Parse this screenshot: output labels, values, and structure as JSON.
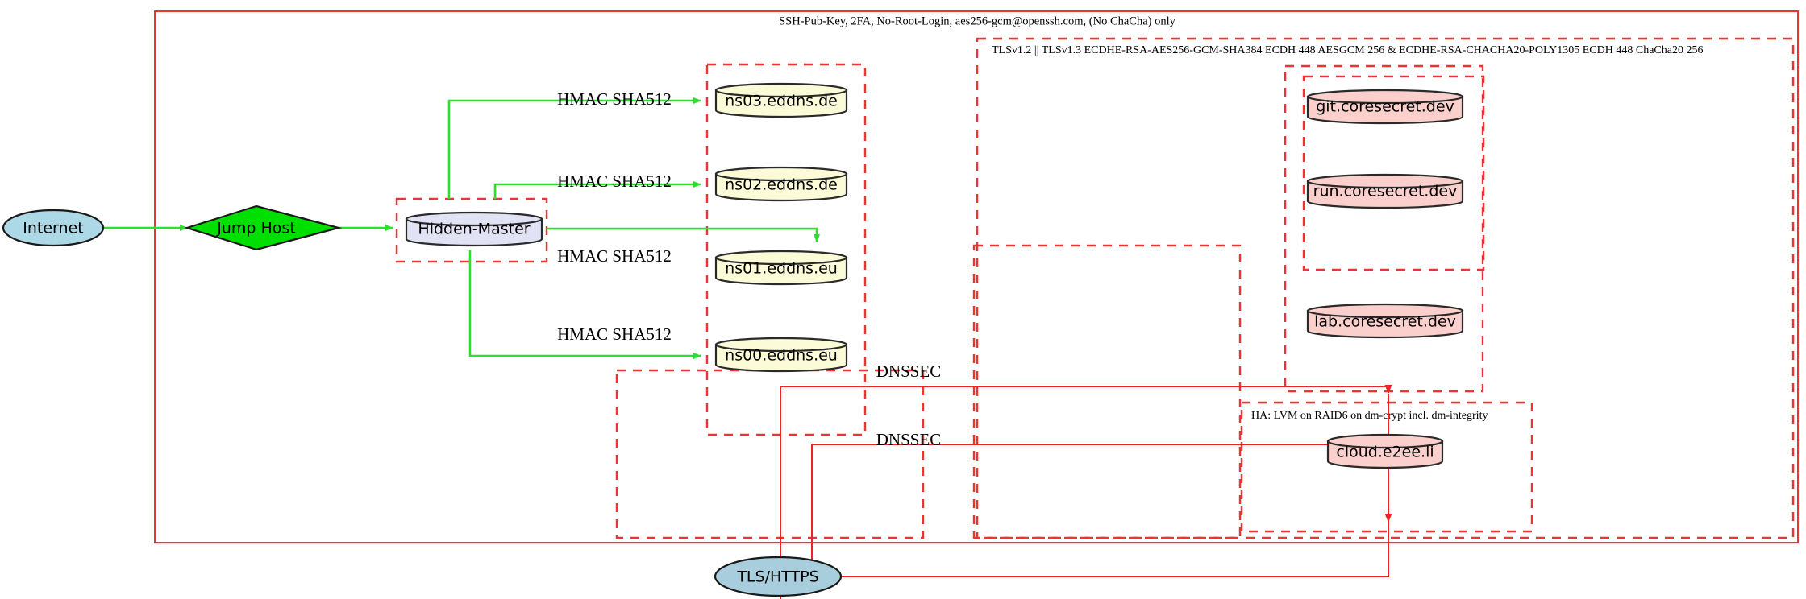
{
  "diagram": {
    "title_top": "SSH-Pub-Key, 2FA, No-Root-Login, aes256-gcm@openssh.com, (No ChaCha) only",
    "cluster_tls_label": "TLSv1.2 || TLSv1.3 ECDHE-RSA-AES256-GCM-SHA384 ECDH 448 AESGCM 256 & ECDHE-RSA-CHACHA20-POLY1305 ECDH 448 ChaCha20 256",
    "cluster_ha_label": "HA: LVM on RAID6 on dm-crypt incl. dm-integrity"
  },
  "nodes": {
    "internet": {
      "label": "Internet",
      "shape": "ellipse",
      "fill": "#add8e6"
    },
    "jump_host": {
      "label": "Jump Host",
      "shape": "diamond",
      "fill": "#00e000"
    },
    "hidden_master": {
      "label": "Hidden-Master",
      "shape": "cylinder",
      "fill": "#e2e2f5"
    },
    "ns03": {
      "label": "ns03.eddns.de",
      "shape": "cylinder",
      "fill": "#fbfbd8"
    },
    "ns02": {
      "label": "ns02.eddns.de",
      "shape": "cylinder",
      "fill": "#fbfbd8"
    },
    "ns01": {
      "label": "ns01.eddns.eu",
      "shape": "cylinder",
      "fill": "#fbfbd8"
    },
    "ns00": {
      "label": "ns00.eddns.eu",
      "shape": "cylinder",
      "fill": "#fbfbd8"
    },
    "git": {
      "label": "git.coresecret.dev",
      "shape": "cylinder",
      "fill": "#fbcfcb"
    },
    "run": {
      "label": "run.coresecret.dev",
      "shape": "cylinder",
      "fill": "#fbcfcb"
    },
    "lab": {
      "label": "lab.coresecret.dev",
      "shape": "cylinder",
      "fill": "#fbcfcb"
    },
    "cloud": {
      "label": "cloud.e2ee.li",
      "shape": "cylinder",
      "fill": "#fbcfcb"
    },
    "tls_https": {
      "label": "TLS/HTTPS",
      "shape": "ellipse",
      "fill": "#a8cedd"
    }
  },
  "edges": {
    "hmac_ns03": "HMAC SHA512",
    "hmac_ns02": "HMAC SHA512",
    "hmac_ns01": "HMAC SHA512",
    "hmac_ns00": "HMAC SHA512",
    "dnssec_1": "DNSSEC",
    "dnssec_2": "DNSSEC"
  },
  "colors": {
    "edge_green": "#2ddf2d",
    "edge_red": "#ee2222",
    "cluster_border": "#ee3333",
    "node_blue": "#add8e6",
    "node_green": "#00e000",
    "node_lavender": "#e2e2f5",
    "node_yellow": "#fbfbd8",
    "node_pink": "#fbcfcb"
  }
}
